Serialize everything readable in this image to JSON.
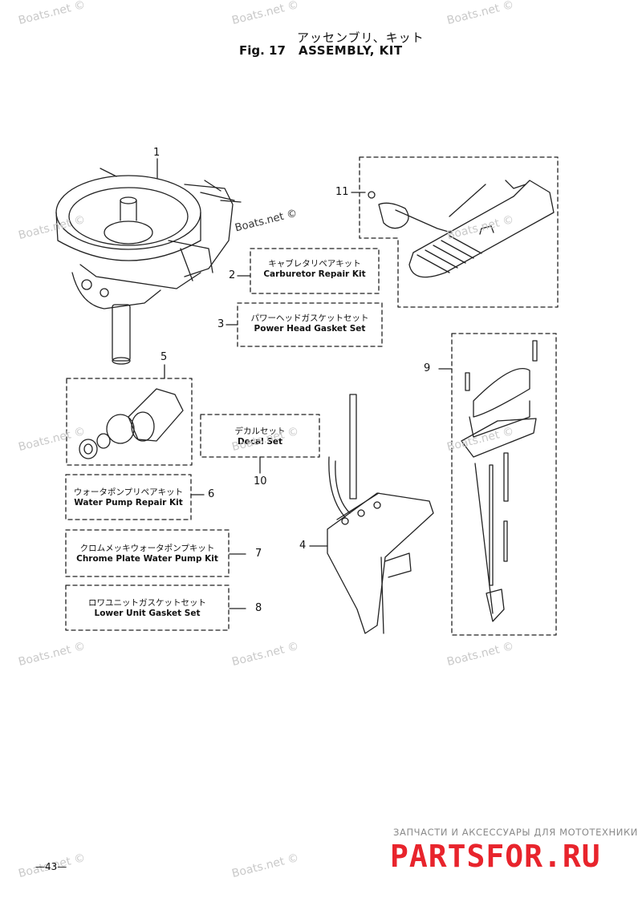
{
  "header": {
    "title_jp": "アッセンブリ、キット",
    "fig_label": "Fig. 17",
    "title_en": "ASSEMBLY, KIT"
  },
  "callouts": [
    "1",
    "2",
    "3",
    "4",
    "5",
    "6",
    "7",
    "8",
    "9",
    "10",
    "11"
  ],
  "kits": [
    {
      "ref": "2",
      "name_jp": "キャブレタリペアキット",
      "name_en": "Carburetor Repair Kit"
    },
    {
      "ref": "3",
      "name_jp": "パワーヘッドガスケットセット",
      "name_en": "Power Head Gasket Set"
    },
    {
      "ref": "10",
      "name_jp": "デカルセット",
      "name_en": "Decal Set"
    },
    {
      "ref": "6",
      "name_jp": "ウォータポンプリペアキット",
      "name_en": "Water Pump Repair Kit"
    },
    {
      "ref": "7",
      "name_jp": "クロムメッキウォータポンプキット",
      "name_en": "Chrome Plate Water Pump Kit"
    },
    {
      "ref": "8",
      "name_jp": "ロワユニットガスケットセット",
      "name_en": "Lower Unit Gasket Set"
    }
  ],
  "watermark_text": "Boats.net ©",
  "page_number": "—43—",
  "brand": {
    "tagline": "ЗАПЧАСТИ И АКСЕССУАРЫ ДЛЯ МОТОТЕХНИКИ",
    "name": "PARTSFOR.RU",
    "color": "#e8242c"
  }
}
